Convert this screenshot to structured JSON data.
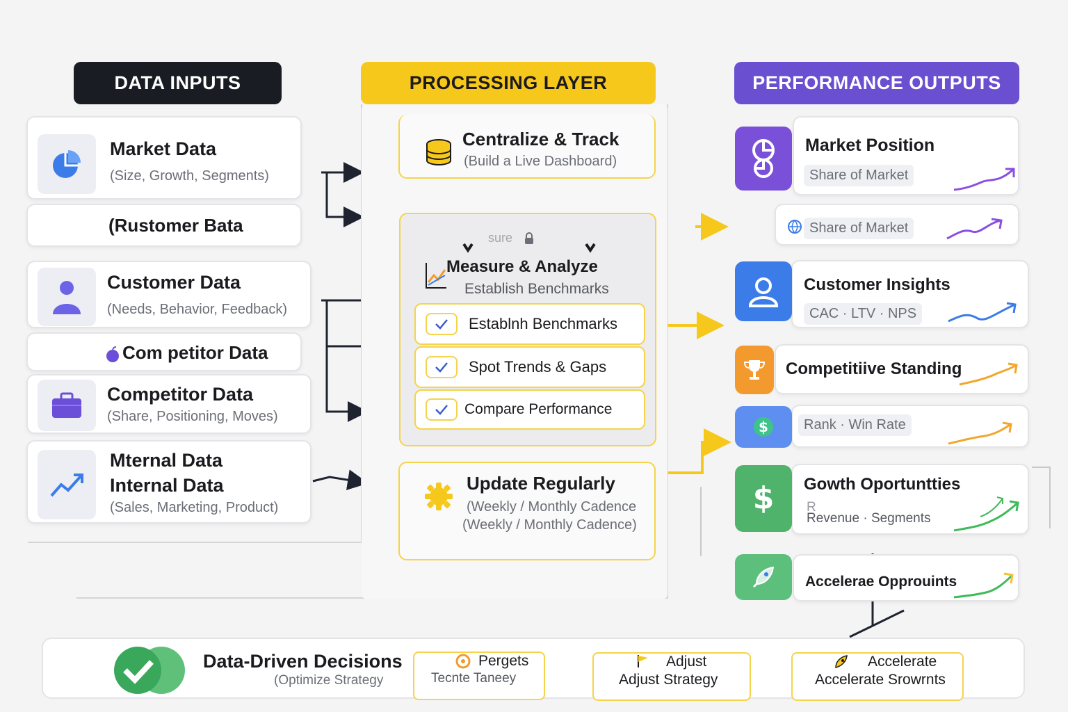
{
  "headers": {
    "inputs": "DATA INPUTS",
    "processing": "PROCESSING LAYER",
    "outputs": "PERFORMANCE OUTPUTS"
  },
  "inputs": {
    "market": {
      "title": "Market Data",
      "sub": "(Size, Growth, Segments)"
    },
    "customer_small": {
      "title": "(Rustomer Bata"
    },
    "customer": {
      "title": "Customer Data",
      "sub": "(Needs, Behavior, Feedback)"
    },
    "competitor_small": {
      "title": "Com petitor Data"
    },
    "competitor": {
      "title": "Competitor Data",
      "sub": "(Share, Positioning, Moves)"
    },
    "internal": {
      "title1": "Mternal Data",
      "title2": "Internal Data",
      "sub": "(Sales, Marketing, Product)"
    }
  },
  "processing": {
    "centralize": {
      "title": "Centralize & Track",
      "sub": "(Build a Live Dashboard)"
    },
    "measure": {
      "label_top": "sure",
      "title": "Measure & Analyze",
      "sub": "Establish Benchmarks",
      "items": [
        "Establnh Benchmarks",
        "Spot Trends & Gaps",
        "Compare Performance"
      ]
    },
    "update": {
      "title": "Update Regularly",
      "sub1": "(Weekly / Monthly Cadence",
      "sub2": "(Weekly / Monthly Cadence)"
    }
  },
  "outputs": {
    "market_position": {
      "title": "Market Position",
      "chip": "Share of Market"
    },
    "share": {
      "chip": "Share of Market"
    },
    "customer_insights": {
      "title": "Customer Insights",
      "chip": "CAC · LTV · NPS"
    },
    "competitive": {
      "title": "Competitiive Standing"
    },
    "rank": {
      "chip": "Rank · Win Rate"
    },
    "growth": {
      "title": "Gowth  Oportuntties",
      "chip_top": "R",
      "chip": "Revenue · Segments"
    },
    "accelerate": {
      "title": "Accelerae Opprouints"
    }
  },
  "bottom": {
    "title": "Data-Driven Decisions",
    "sub": "(Optimize Strategy",
    "step1": {
      "top": "Pergets",
      "bottom": "Tecnte Taneey"
    },
    "step2": {
      "top": "Adjust",
      "bottom": "Adjust Strategy"
    },
    "step3": {
      "top": "Accelerate",
      "bottom": "Accelerate Srowrnts"
    }
  },
  "colors": {
    "dark": "#191c22",
    "yellow": "#f7c81c",
    "purple": "#6a4fd0",
    "blue": "#3b7ce8",
    "orange": "#f39a2e",
    "green": "#46b36b"
  }
}
